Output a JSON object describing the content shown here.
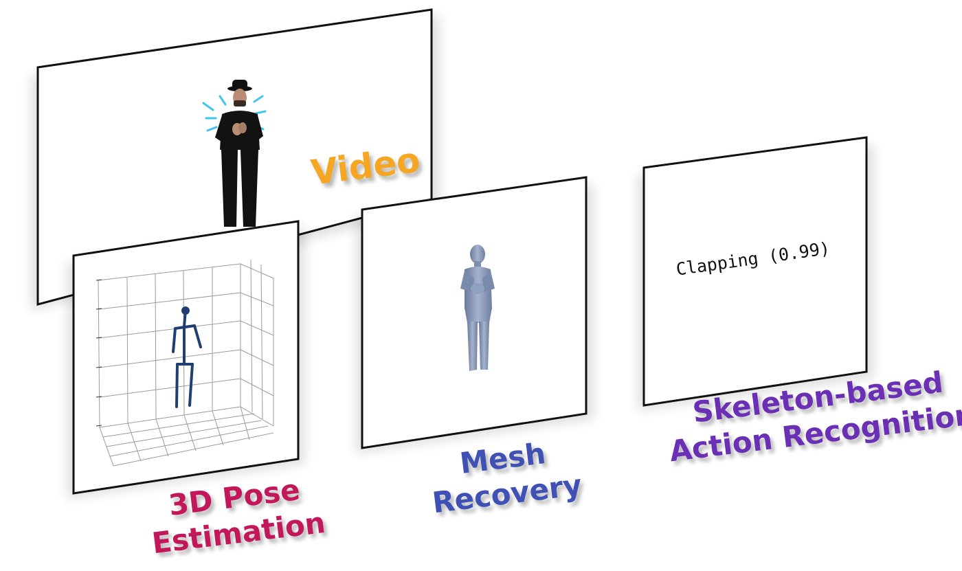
{
  "video": {
    "label": "Video"
  },
  "panels": {
    "pose": {
      "line1": "3D Pose",
      "line2": "Estimation"
    },
    "mesh": {
      "line1": "Mesh",
      "line2": "Recovery"
    },
    "action": {
      "line1": "Skeleton-based",
      "line2": "Action Recognition",
      "result": "Clapping (0.99)"
    }
  },
  "colors": {
    "video_label": "#f5a623",
    "pose_label": "#c2185b",
    "mesh_label": "#3f51b5",
    "action_label": "#6a2fb5",
    "skeleton": "#1f3f73",
    "mesh_body": "#7f8fb0",
    "motion_lines": "#3ec7e8"
  },
  "icons": {
    "person": "person-in-hat",
    "pose_plot": "3d-grid-skeleton",
    "mesh": "human-mesh"
  }
}
